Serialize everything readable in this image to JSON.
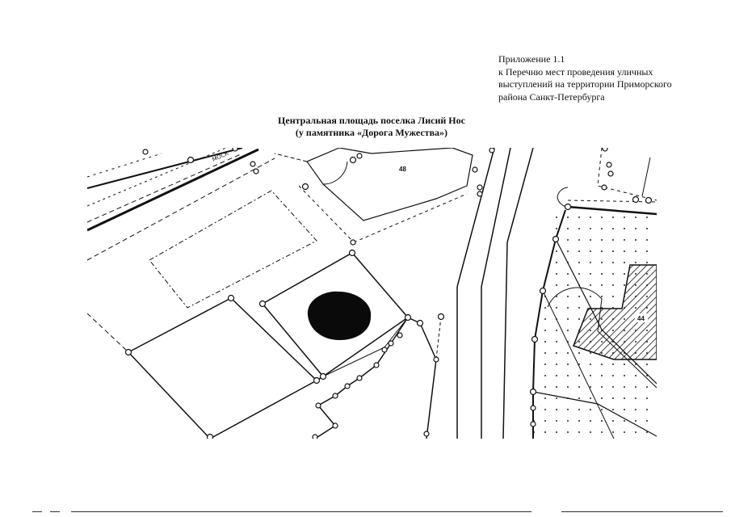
{
  "annex": {
    "line1": "Приложение 1.1",
    "line2": "к Перечню мест проведения уличных",
    "line3": "выступлений на территории Приморского",
    "line4": "района Санкт-Петербурга"
  },
  "map_title": {
    "line1": "Центральная площадь поселка Лисий Нос",
    "line2": "(у памятника «Дорога Мужества»)"
  },
  "map": {
    "building_number_top": "48",
    "building_number_right": "44",
    "street_label": "МОСК"
  }
}
